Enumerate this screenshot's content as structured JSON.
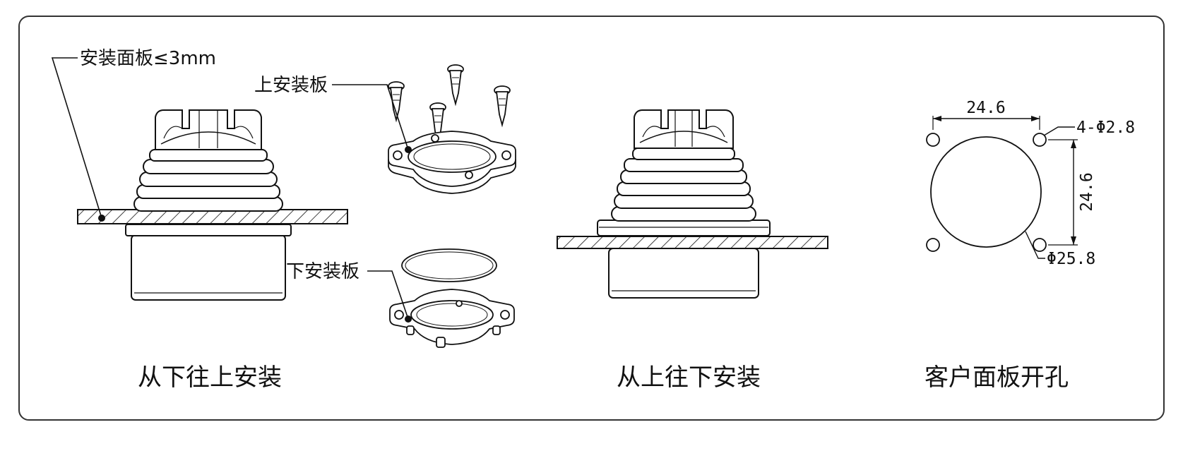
{
  "callouts": {
    "panel_thickness": "安装面板≤3mm",
    "upper_plate": "上安装板",
    "lower_plate": "下安装板"
  },
  "captions": {
    "bottom_up": "从下往上安装",
    "top_down": "从上往下安装",
    "cutout": "客户面板开孔"
  },
  "dimensions": {
    "hole_spacing_x": "24.6",
    "hole_spacing_y": "24.6",
    "mount_holes": "4-Φ2.8",
    "center_hole": "Φ25.8"
  },
  "colors": {
    "line": "#111111",
    "frame": "#333333"
  }
}
